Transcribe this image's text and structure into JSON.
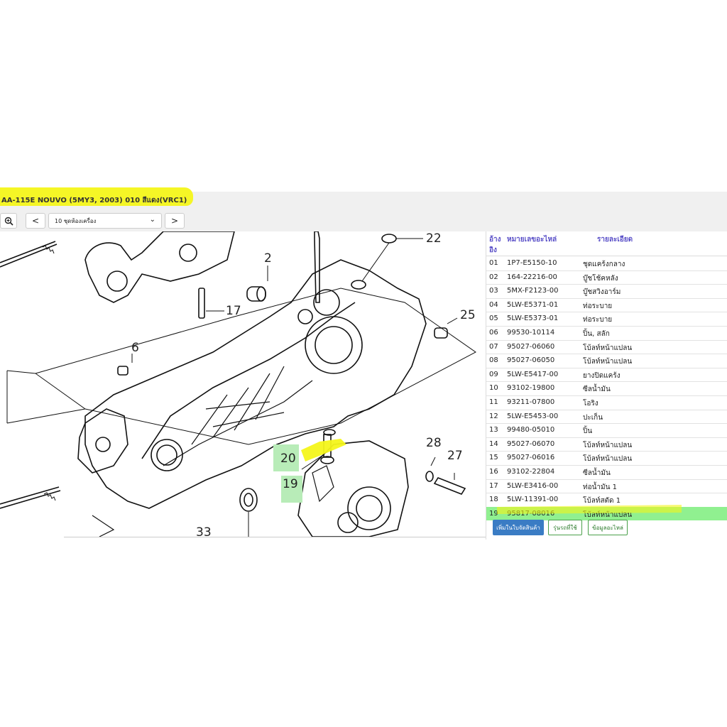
{
  "header": {
    "title": "AA-115E NOUVO (5MY3, 2003) 010 สีแดง(VRC1)",
    "highlight_color": "#f4f51a"
  },
  "toolbar": {
    "zoom_icon": "zoom-in-icon",
    "prev_symbol": "<",
    "next_symbol": ">",
    "section_select": "10 ชุดห้องเครื่อง",
    "chevron": "⌄"
  },
  "diagram": {
    "callouts": [
      "2",
      "6",
      "17",
      "20",
      "19",
      "22",
      "25",
      "27",
      "28",
      "33"
    ]
  },
  "parts_table": {
    "headers": {
      "ref": "อ้าง อิง",
      "ref_line1": "อ้าง",
      "ref_line2": "อิง",
      "part_no": "หมายเลขอะไหล่",
      "desc": "รายละเอียด"
    },
    "rows": [
      {
        "ref": "01",
        "part_no": "1P7-E5150-10",
        "desc": "ชุดแคร้งกลาง"
      },
      {
        "ref": "02",
        "part_no": "164-22216-00",
        "desc": "บู๊ชโช้คหลัง"
      },
      {
        "ref": "03",
        "part_no": "5MX-F2123-00",
        "desc": "บู๊ชสวิงอาร์ม"
      },
      {
        "ref": "04",
        "part_no": "5LW-E5371-01",
        "desc": "ท่อระบาย"
      },
      {
        "ref": "05",
        "part_no": "5LW-E5373-01",
        "desc": "ท่อระบาย"
      },
      {
        "ref": "06",
        "part_no": "99530-10114",
        "desc": "ปิ้น, สลัก"
      },
      {
        "ref": "07",
        "part_no": "95027-06060",
        "desc": "โบ้ลท์หน้าแปลน"
      },
      {
        "ref": "08",
        "part_no": "95027-06050",
        "desc": "โบ้ลท์หน้าแปลน"
      },
      {
        "ref": "09",
        "part_no": "5LW-E5417-00",
        "desc": "ยางปิดแคร้ง"
      },
      {
        "ref": "10",
        "part_no": "93102-19800",
        "desc": "ซีลน้ำมัน"
      },
      {
        "ref": "11",
        "part_no": "93211-07800",
        "desc": "โอริง"
      },
      {
        "ref": "12",
        "part_no": "5LW-E5453-00",
        "desc": "ปะเก็น"
      },
      {
        "ref": "13",
        "part_no": "99480-05010",
        "desc": "ปิ้น"
      },
      {
        "ref": "14",
        "part_no": "95027-06070",
        "desc": "โบ้ลท์หน้าแปลน"
      },
      {
        "ref": "15",
        "part_no": "95027-06016",
        "desc": "โบ้ลท์หน้าแปลน"
      },
      {
        "ref": "16",
        "part_no": "93102-22804",
        "desc": "ซีลน้ำมัน"
      },
      {
        "ref": "17",
        "part_no": "5LW-E3416-00",
        "desc": "ท่อน้ำมัน 1"
      },
      {
        "ref": "18",
        "part_no": "5LW-11391-00",
        "desc": "โบ้ลท์สตัด 1"
      },
      {
        "ref": "19",
        "part_no": "95817-08016",
        "desc": "โบ้ลท์หน้าแปลน"
      }
    ],
    "highlight_row_color": "#90f090"
  },
  "actions": {
    "add_to_order": "เพิ่มในใบจัดสินค้า",
    "compatible_models": "รุ่นรถที่ใช้",
    "part_info": "ข้อมูลอะไหล่"
  }
}
